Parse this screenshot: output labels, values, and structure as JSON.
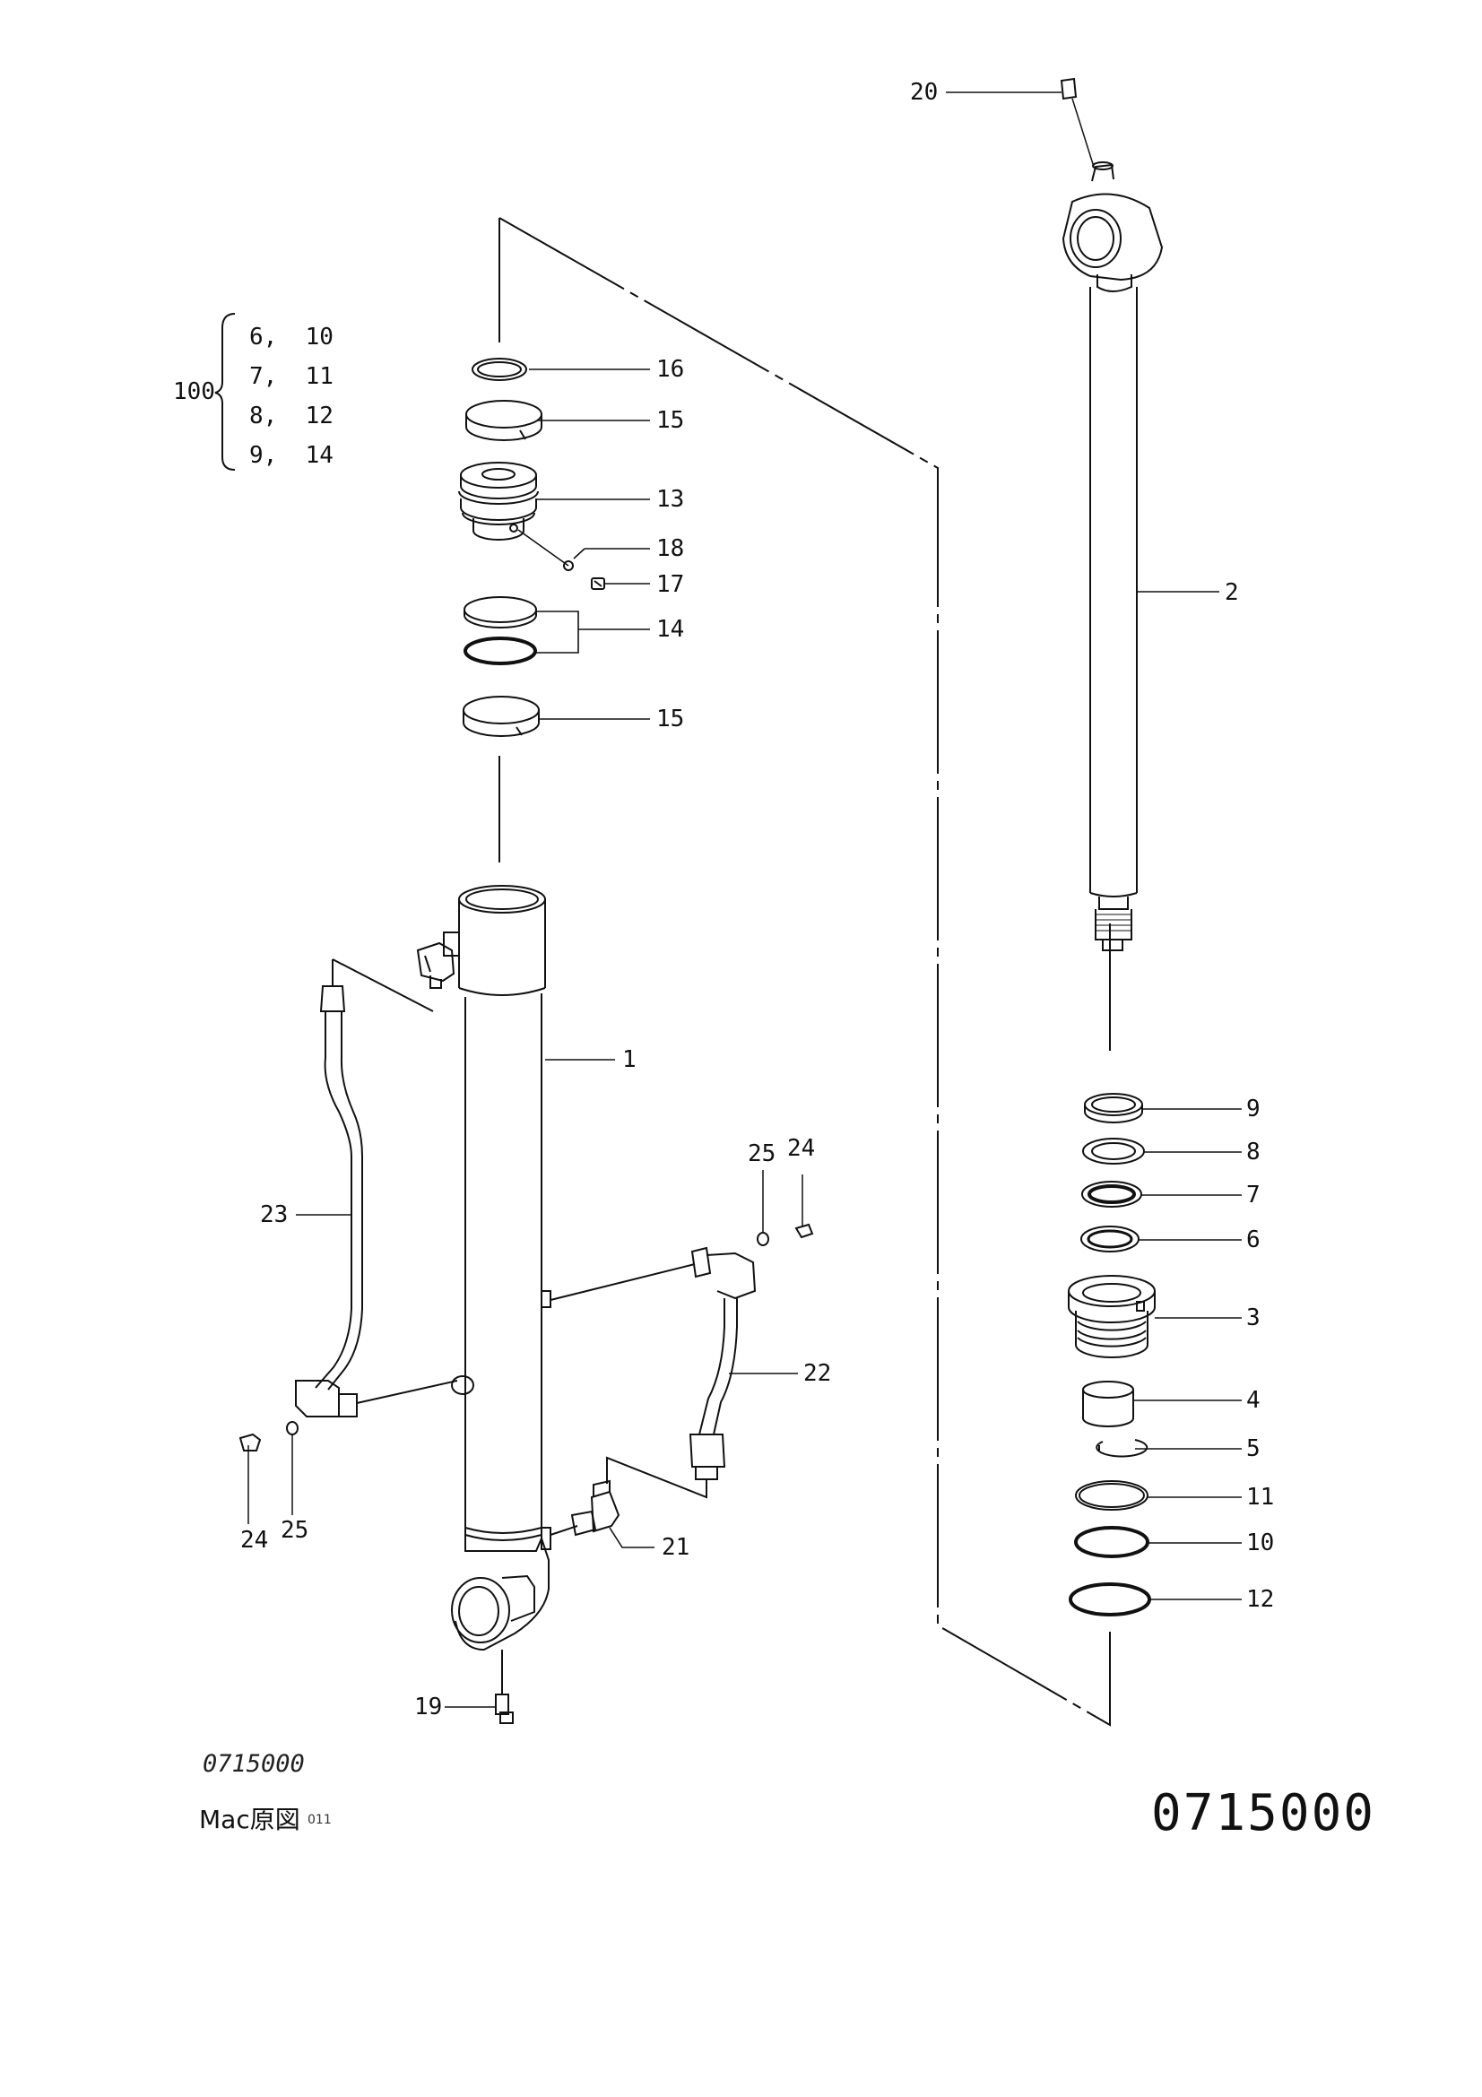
{
  "kit": {
    "number": "100",
    "groups": [
      {
        "a": "6",
        "sep": ",",
        "b": "10"
      },
      {
        "a": "7",
        "sep": ",",
        "b": "11"
      },
      {
        "a": "8",
        "sep": ",",
        "b": "12"
      },
      {
        "a": "9",
        "sep": ",",
        "b": "14"
      }
    ]
  },
  "callouts": {
    "c1": "1",
    "c2": "2",
    "c3": "3",
    "c4": "4",
    "c5": "5",
    "c6": "6",
    "c7": "7",
    "c8": "8",
    "c9": "9",
    "c10": "10",
    "c11": "11",
    "c12": "12",
    "c13": "13",
    "c14": "14",
    "c15a": "15",
    "c15b": "15",
    "c16": "16",
    "c17": "17",
    "c18": "18",
    "c19": "19",
    "c20": "20",
    "c21": "21",
    "c22": "22",
    "c23": "23",
    "c24a": "24",
    "c24b": "24",
    "c25a": "25",
    "c25b": "25"
  },
  "footer": {
    "drawing_small": "0715000",
    "source_label": "Mac原図",
    "source_code": "011",
    "drawing_number": "0715000"
  }
}
